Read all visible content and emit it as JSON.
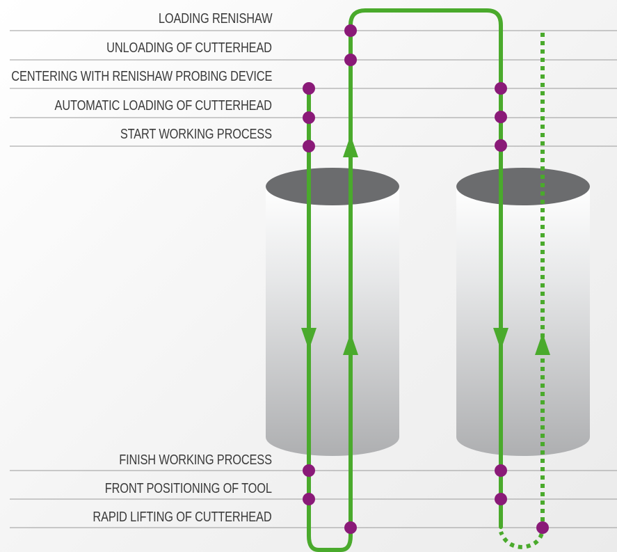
{
  "steps": {
    "loading_renishaw": "LOADING RENISHAW",
    "unloading_cutterhead": "UNLOADING OF CUTTERHEAD",
    "centering": "CENTERING WITH RENISHAW PROBING DEVICE",
    "automatic_loading": "AUTOMATIC LOADING OF CUTTERHEAD",
    "start_working": "START WORKING PROCESS",
    "finish_working": "FINISH WORKING PROCESS",
    "front_positioning": "FRONT POSITIONING OF TOOL",
    "rapid_lifting": "RAPID LIFTING OF CUTTERHEAD"
  },
  "colors": {
    "path": "#4aaa2c",
    "dot": "#8a1a78",
    "line": "#9a9a9a",
    "cylinder_top": "#6b6c6e",
    "cylinder_light": "#ffffff",
    "cylinder_dark": "#aeafb1"
  }
}
